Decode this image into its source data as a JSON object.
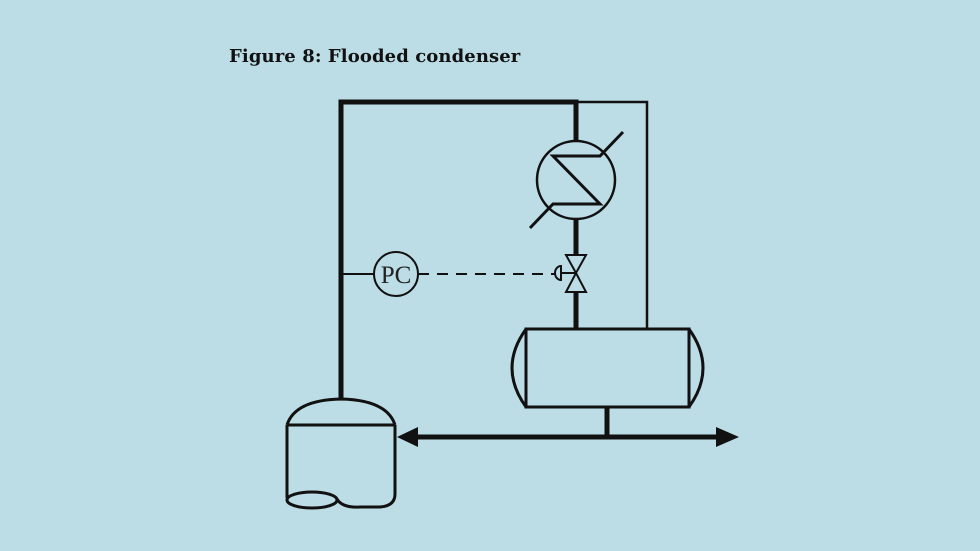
{
  "figure": {
    "title": "Figure 8: Flooded condenser"
  },
  "diagram": {
    "controller_label": "PC",
    "components": [
      {
        "id": "column-tank",
        "type": "vessel",
        "description": "Column / reboiler vessel with dome top"
      },
      {
        "id": "vapor-line",
        "type": "pipe",
        "description": "Thick vapor line from vessel top to condenser"
      },
      {
        "id": "condenser",
        "type": "heat-exchanger",
        "description": "Circular condenser with zigzag coil"
      },
      {
        "id": "control-valve",
        "type": "valve",
        "description": "Control valve with diaphragm actuator below condenser"
      },
      {
        "id": "pressure-controller",
        "type": "instrument",
        "label": "PC"
      },
      {
        "id": "bypass-line",
        "type": "pipe",
        "description": "Thin hot-vapor bypass line to drum"
      },
      {
        "id": "reflux-drum",
        "type": "vessel",
        "description": "Horizontal reflux drum"
      },
      {
        "id": "reflux-line",
        "type": "pipe",
        "description": "Bidirectional outlet: reflux to vessel and distillate product"
      }
    ],
    "colors": {
      "background": "#bcdde6",
      "line": "#111111"
    }
  }
}
